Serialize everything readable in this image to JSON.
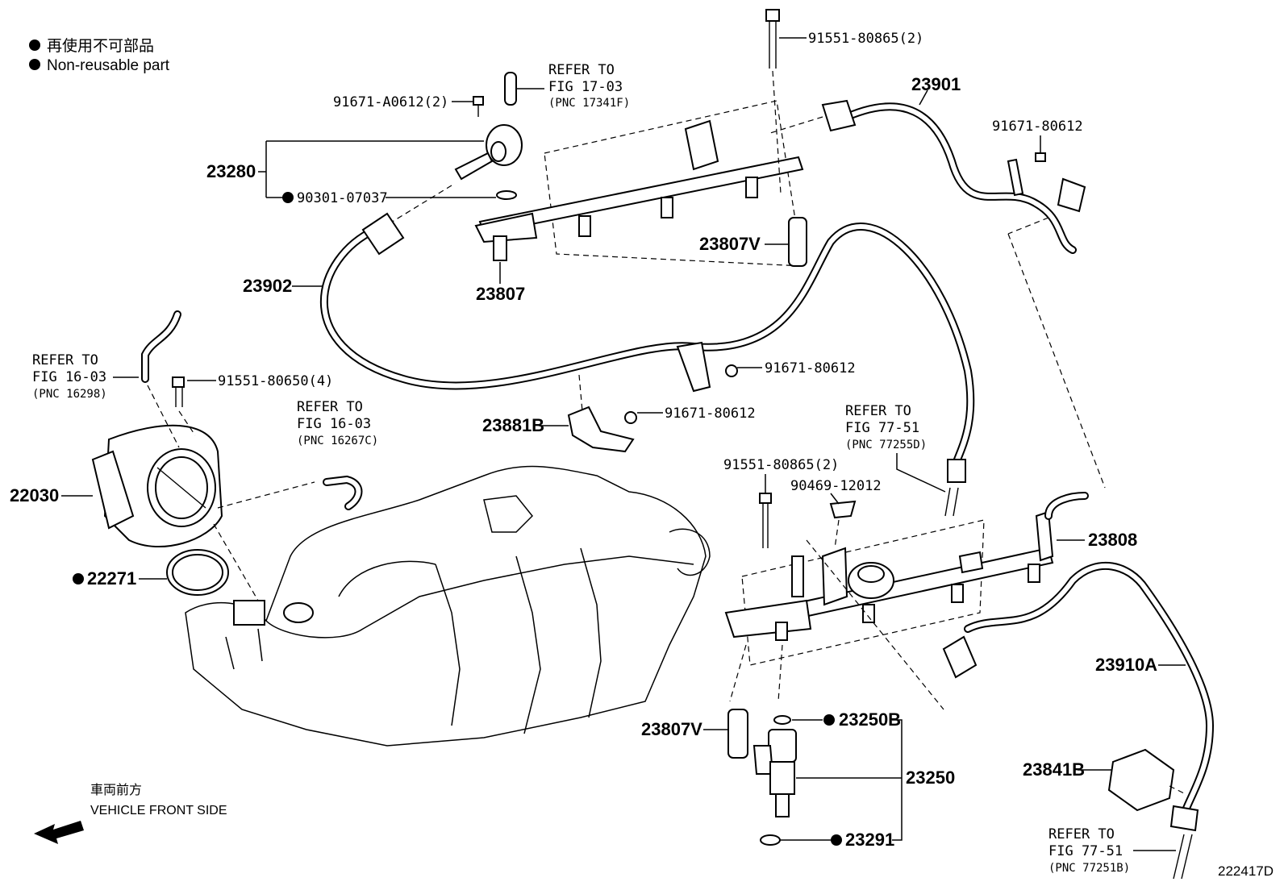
{
  "legend": {
    "jp": "再使用不可部品",
    "en": "Non-reusable part"
  },
  "direction": {
    "jp": "車両前方",
    "en": "VEHICLE FRONT SIDE"
  },
  "figure_id": "222417D",
  "refs": {
    "r1": {
      "line1": "REFER TO",
      "line2": "FIG 17-03",
      "line3": "(PNC 17341F)"
    },
    "r2": {
      "line1": "REFER TO",
      "line2": "FIG 16-03",
      "line3": "(PNC 16298)"
    },
    "r3": {
      "line1": "REFER TO",
      "line2": "FIG 16-03",
      "line3": "(PNC 16267C)"
    },
    "r4": {
      "line1": "REFER TO",
      "line2": "FIG 77-51",
      "line3": "(PNC 77255D)"
    },
    "r5": {
      "line1": "REFER TO",
      "line2": "FIG 77-51",
      "line3": "(PNC 77251B)"
    }
  },
  "parts": {
    "p91551_80865_top": "91551-80865(2)",
    "p23901": "23901",
    "p91671_A0612": "91671-A0612(2)",
    "p23280": "23280",
    "p90301_07037": "90301-07037",
    "p91671_80612_a": "91671-80612",
    "p23807V_top": "23807V",
    "p23807": "23807",
    "p23902": "23902",
    "p91551_80650": "91551-80650(4)",
    "p91671_80612_b": "91671-80612",
    "p91671_80612_c": "91671-80612",
    "p23881B": "23881B",
    "p22030": "22030",
    "p91551_80865_low": "91551-80865(2)",
    "p90469_12012": "90469-12012",
    "p23808": "23808",
    "p22271": "22271",
    "p23910A": "23910A",
    "p23807V_low": "23807V",
    "p23250B": "23250B",
    "p23250": "23250",
    "p23841B": "23841B",
    "p23291": "23291"
  }
}
